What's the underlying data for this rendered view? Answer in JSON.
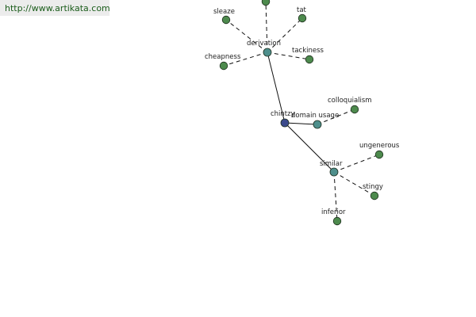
{
  "source": {
    "url_text": "http://www.artikata.com"
  },
  "colors": {
    "root": "#3b4a8c",
    "hub": "#4e8f8c",
    "leaf": "#4d8a4d",
    "edge": "#111111"
  },
  "graph": {
    "nodes": [
      {
        "id": "chintzy",
        "label": "chintzy",
        "kind": "root"
      },
      {
        "id": "derivation",
        "label": "derivation",
        "kind": "hub"
      },
      {
        "id": "domain-usage",
        "label": "domain usage",
        "kind": "hub"
      },
      {
        "id": "similar",
        "label": "similar",
        "kind": "hub"
      },
      {
        "id": "sleaze",
        "label": "sleaze",
        "kind": "leaf"
      },
      {
        "id": "tat",
        "label": "tat",
        "kind": "leaf"
      },
      {
        "id": "tackiness",
        "label": "tackiness",
        "kind": "leaf"
      },
      {
        "id": "cheapness",
        "label": "cheapness",
        "kind": "leaf"
      },
      {
        "id": "top-offscreen",
        "label": "",
        "kind": "leaf"
      },
      {
        "id": "colloquialism",
        "label": "colloquialism",
        "kind": "leaf"
      },
      {
        "id": "ungenerous",
        "label": "ungenerous",
        "kind": "leaf"
      },
      {
        "id": "stingy",
        "label": "stingy",
        "kind": "leaf"
      },
      {
        "id": "inferior",
        "label": "inferior",
        "kind": "leaf"
      }
    ],
    "edges": [
      {
        "from": "chintzy",
        "to": "derivation",
        "style": "solid"
      },
      {
        "from": "chintzy",
        "to": "domain-usage",
        "style": "solid"
      },
      {
        "from": "chintzy",
        "to": "similar",
        "style": "solid"
      },
      {
        "from": "derivation",
        "to": "sleaze",
        "style": "dashed"
      },
      {
        "from": "derivation",
        "to": "tat",
        "style": "dashed"
      },
      {
        "from": "derivation",
        "to": "tackiness",
        "style": "dashed"
      },
      {
        "from": "derivation",
        "to": "cheapness",
        "style": "dashed"
      },
      {
        "from": "derivation",
        "to": "top-offscreen",
        "style": "dashed"
      },
      {
        "from": "domain-usage",
        "to": "colloquialism",
        "style": "dashed"
      },
      {
        "from": "similar",
        "to": "ungenerous",
        "style": "dashed"
      },
      {
        "from": "similar",
        "to": "stingy",
        "style": "dashed"
      },
      {
        "from": "similar",
        "to": "inferior",
        "style": "dashed"
      }
    ]
  }
}
